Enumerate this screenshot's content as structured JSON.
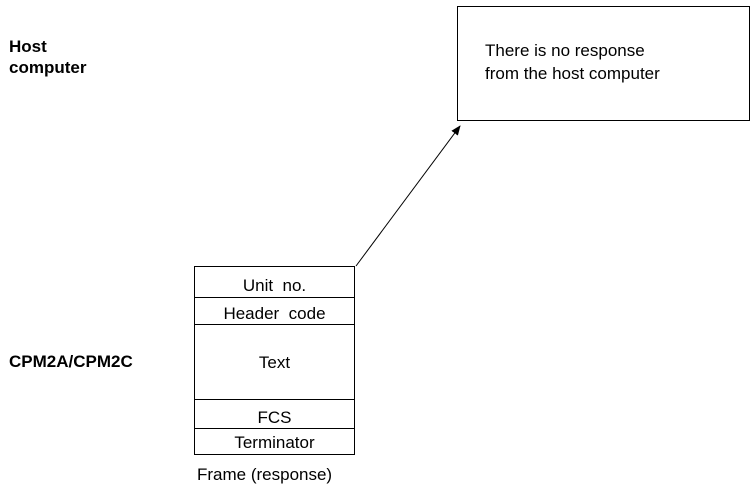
{
  "host_label": {
    "line1": "Host",
    "line2": "computer"
  },
  "cpm_label": "CPM2A/CPM2C",
  "response_box": {
    "line1": "There is no response",
    "line2": "from the host computer"
  },
  "frame": {
    "cells": [
      "Unit  no.",
      "Header  code",
      "Text",
      "FCS",
      "Terminator"
    ],
    "caption": "Frame (response)"
  },
  "colors": {
    "line": "#000000",
    "background": "#ffffff"
  }
}
